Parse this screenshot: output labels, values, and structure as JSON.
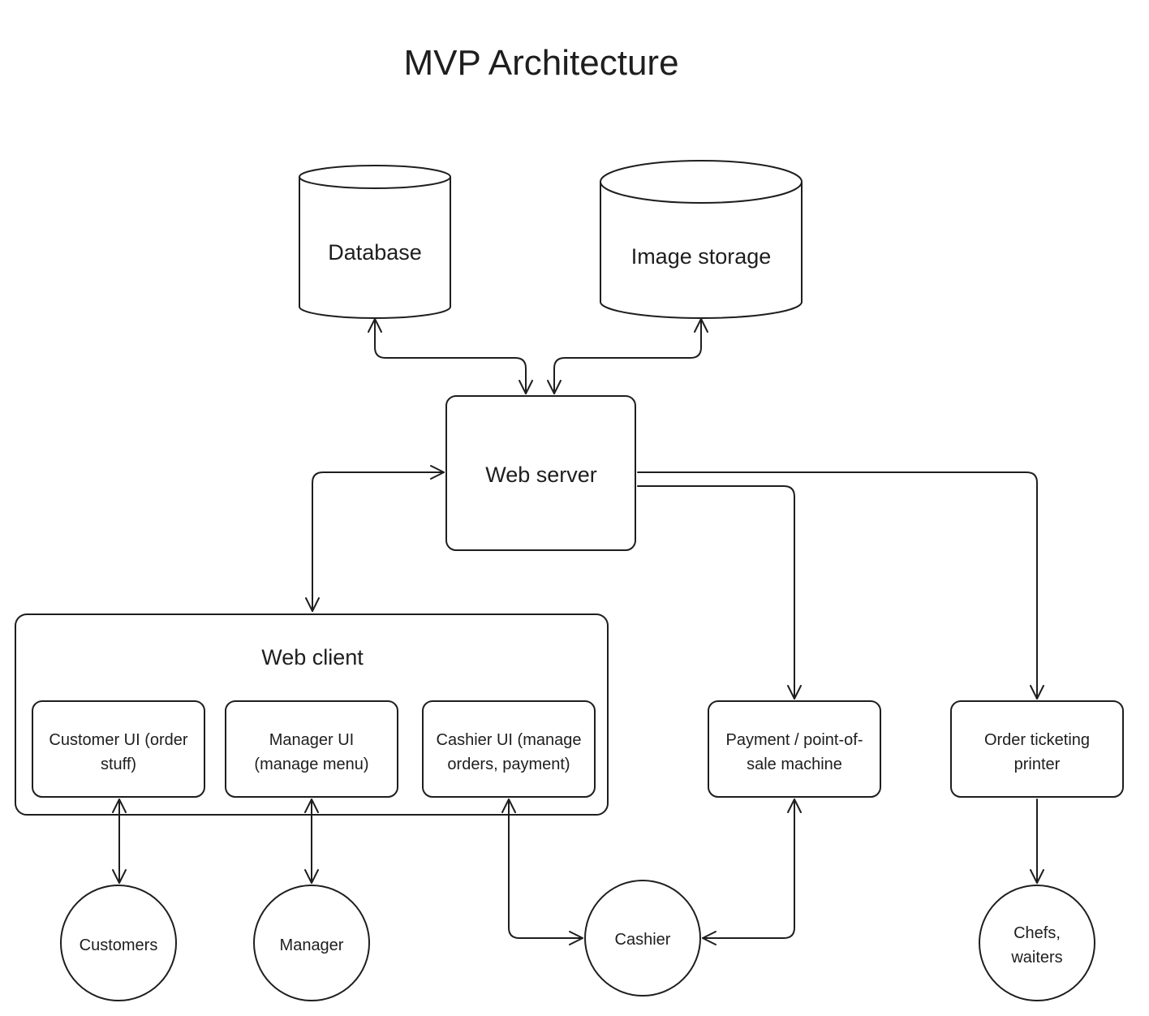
{
  "title": "MVP Architecture",
  "nodes": {
    "database": "Database",
    "image_storage": "Image storage",
    "web_server": "Web server",
    "web_client": "Web client",
    "customer_ui": [
      "Customer UI (order",
      "stuff)"
    ],
    "manager_ui": [
      "Manager UI",
      "(manage menu)"
    ],
    "cashier_ui": [
      "Cashier UI (manage",
      "orders, payment)"
    ],
    "payment": [
      "Payment / point-of-",
      "sale machine"
    ],
    "printer": [
      "Order ticketing",
      "printer"
    ],
    "customers": "Customers",
    "manager": "Manager",
    "cashier": "Cashier",
    "chefs": [
      "Chefs,",
      "waiters"
    ]
  },
  "connections": [
    {
      "from": "database",
      "to": "web_server",
      "direction": "both"
    },
    {
      "from": "image_storage",
      "to": "web_server",
      "direction": "both"
    },
    {
      "from": "web_server",
      "to": "web_client",
      "direction": "both"
    },
    {
      "from": "web_server",
      "to": "payment",
      "direction": "forward"
    },
    {
      "from": "web_server",
      "to": "printer",
      "direction": "forward"
    },
    {
      "from": "customer_ui",
      "to": "customers",
      "direction": "both"
    },
    {
      "from": "manager_ui",
      "to": "manager",
      "direction": "both"
    },
    {
      "from": "cashier_ui",
      "to": "cashier",
      "direction": "both"
    },
    {
      "from": "payment",
      "to": "cashier",
      "direction": "both"
    },
    {
      "from": "printer",
      "to": "chefs",
      "direction": "forward"
    }
  ]
}
